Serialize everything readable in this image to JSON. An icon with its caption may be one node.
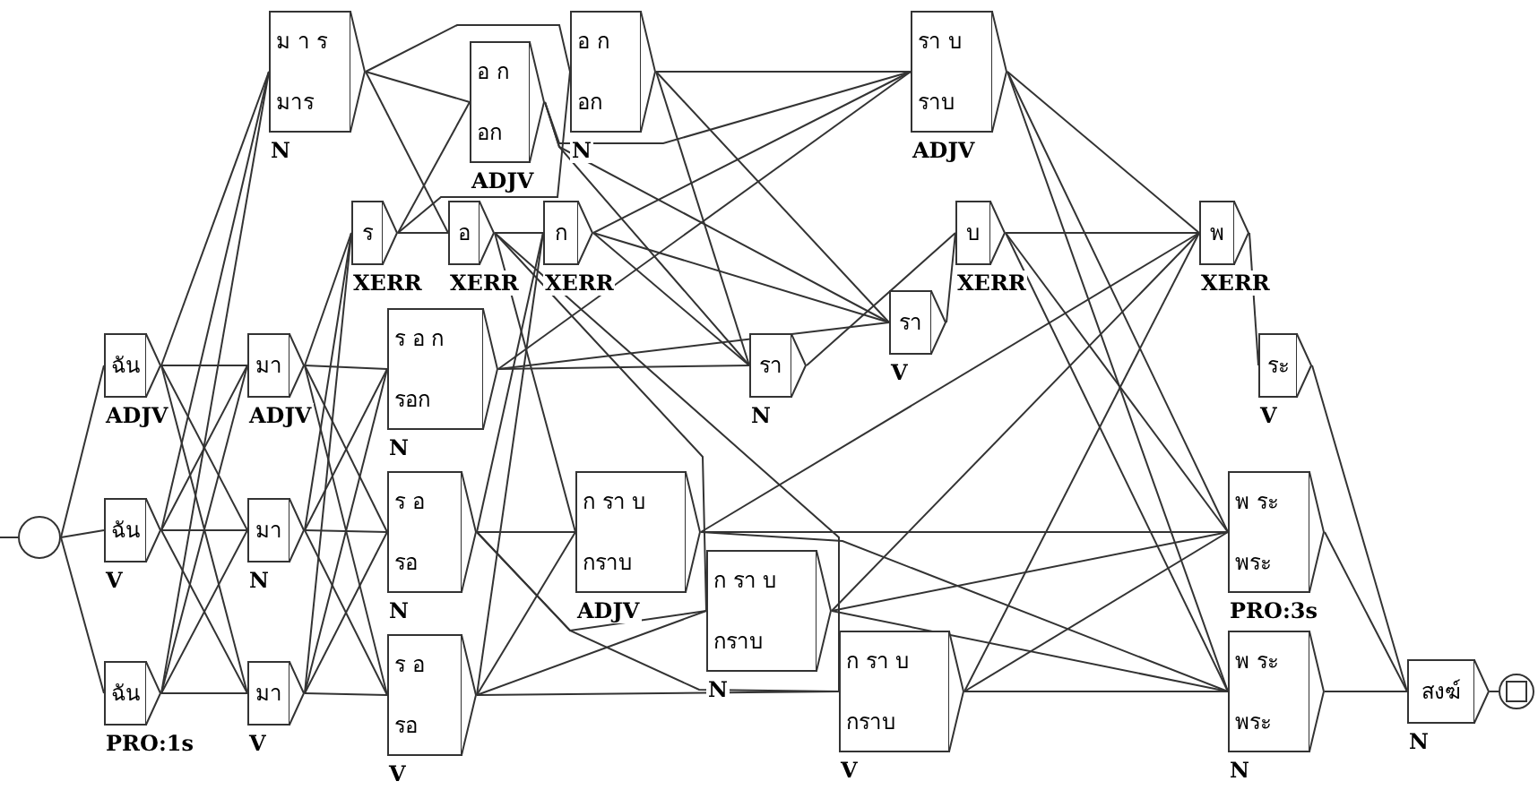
{
  "diagram": {
    "nodes": [
      {
        "text": [],
        "shape": "circle"
      },
      {
        "text": [
          "ฉัน"
        ],
        "beside": [
          "ADJV"
        ]
      },
      {
        "text": [
          "ฉัน"
        ],
        "beside": [
          "V"
        ]
      },
      {
        "text": [
          "ฉัน"
        ],
        "beside": [
          "PRO:1s"
        ]
      },
      {
        "text": [
          "มา"
        ],
        "beside": [
          "ADJV"
        ]
      },
      {
        "text": [
          "มา"
        ],
        "beside": [
          "N"
        ]
      },
      {
        "text": [
          "มา"
        ],
        "beside": [
          "V"
        ]
      },
      {
        "text": [
          "ม า ร",
          "มาร"
        ],
        "beside": [
          "N"
        ]
      },
      {
        "text": [
          "ร"
        ],
        "beside": [
          "XERR"
        ]
      },
      {
        "text": [
          "อ"
        ],
        "beside": [
          "XERR"
        ]
      },
      {
        "text": [
          "ร อ ก",
          "รอก"
        ],
        "beside": [
          "N"
        ]
      },
      {
        "text": [
          "ร อ",
          "รอ"
        ],
        "beside": [
          "N"
        ]
      },
      {
        "text": [
          "ร อ",
          "รอ"
        ],
        "beside": [
          "V"
        ]
      },
      {
        "text": [
          "อ ก",
          "อก"
        ],
        "beside": [
          "ADJV"
        ]
      },
      {
        "text": [
          "อ ก",
          "อก"
        ],
        "beside": [
          "N"
        ]
      },
      {
        "text": [
          "ก"
        ],
        "beside": [
          "XERR"
        ]
      },
      {
        "text": [
          "ก รา บ",
          "กราบ"
        ],
        "beside": [
          "ADJV"
        ]
      },
      {
        "text": [
          "ก รา บ",
          "กราบ"
        ],
        "beside": [
          "N"
        ]
      },
      {
        "text": [
          "ก รา บ",
          "กราบ"
        ],
        "beside": [
          "V"
        ]
      },
      {
        "text": [
          "รา"
        ],
        "beside": [
          "N"
        ]
      },
      {
        "text": [
          "รา"
        ],
        "beside": [
          "V"
        ]
      },
      {
        "text": [
          "รา บ",
          "ราบ"
        ],
        "beside": [
          "ADJV"
        ]
      },
      {
        "text": [
          "บ"
        ],
        "beside": [
          "XERR"
        ]
      },
      {
        "text": [
          "พ"
        ],
        "beside": [
          "XERR"
        ]
      },
      {
        "text": [
          "ระ"
        ],
        "beside": [
          "V"
        ]
      },
      {
        "text": [
          "พ ระ",
          "พระ"
        ],
        "beside": [
          "PRO:3s"
        ]
      },
      {
        "text": [
          "พ ระ",
          "พระ"
        ],
        "beside": [
          "N"
        ]
      },
      {
        "text": [
          "สงฆ์"
        ],
        "beside": [
          "N"
        ]
      },
      {
        "text": [],
        "shape": "circle"
      }
    ],
    "edges": [
      {
        "from": null,
        "to": 0,
        "arrow": "none"
      },
      {
        "from": 0,
        "to": 1,
        "arrow": "none"
      },
      {
        "from": 0,
        "to": 2,
        "arrow": "none"
      },
      {
        "from": 0,
        "to": 3,
        "arrow": "none"
      },
      {
        "from": 1,
        "to": 4,
        "arrow": "none"
      },
      {
        "from": 1,
        "to": 5,
        "arrow": "none"
      },
      {
        "from": 1,
        "to": 6,
        "arrow": "none"
      },
      {
        "from": 1,
        "to": 7,
        "arrow": "none"
      },
      {
        "from": 2,
        "to": 4,
        "arrow": "none"
      },
      {
        "from": 2,
        "to": 5,
        "arrow": "none"
      },
      {
        "from": 2,
        "to": 6,
        "arrow": "none"
      },
      {
        "from": 2,
        "to": 7,
        "arrow": "none"
      },
      {
        "from": 3,
        "to": 4,
        "arrow": "none"
      },
      {
        "from": 3,
        "to": 5,
        "arrow": "none"
      },
      {
        "from": 3,
        "to": 6,
        "arrow": "none"
      },
      {
        "from": 3,
        "to": 7,
        "arrow": "none"
      },
      {
        "from": 4,
        "to": 8,
        "arrow": "none"
      },
      {
        "from": 4,
        "to": 10,
        "arrow": "none"
      },
      {
        "from": 4,
        "to": 11,
        "arrow": "none"
      },
      {
        "from": 4,
        "to": 12,
        "arrow": "none"
      },
      {
        "from": 5,
        "to": 8,
        "arrow": "none"
      },
      {
        "from": 5,
        "to": 10,
        "arrow": "none"
      },
      {
        "from": 5,
        "to": 11,
        "arrow": "none"
      },
      {
        "from": 5,
        "to": 12,
        "arrow": "none"
      },
      {
        "from": 6,
        "to": 8,
        "arrow": "none"
      },
      {
        "from": 6,
        "to": 10,
        "arrow": "none"
      },
      {
        "from": 6,
        "to": 11,
        "arrow": "none"
      },
      {
        "from": 6,
        "to": 12,
        "arrow": "none"
      },
      {
        "from": 7,
        "to": 9,
        "arrow": "none"
      },
      {
        "from": 7,
        "to": 13,
        "arrow": "none"
      },
      {
        "from": 7,
        "to": 14,
        "arrow": "none"
      },
      {
        "from": 8,
        "to": 9,
        "arrow": "none"
      },
      {
        "from": 8,
        "to": 13,
        "arrow": "none"
      },
      {
        "from": 8,
        "to": 14,
        "arrow": "none"
      },
      {
        "from": 9,
        "to": 15,
        "arrow": "none"
      },
      {
        "from": 9,
        "to": 16,
        "arrow": "none"
      },
      {
        "from": 9,
        "to": 17,
        "arrow": "none"
      },
      {
        "from": 9,
        "to": 18,
        "arrow": "none"
      },
      {
        "from": 11,
        "to": 15,
        "arrow": "none"
      },
      {
        "from": 11,
        "to": 16,
        "arrow": "none"
      },
      {
        "from": 11,
        "to": 17,
        "arrow": "none"
      },
      {
        "from": 11,
        "to": 18,
        "arrow": "none"
      },
      {
        "from": 12,
        "to": 15,
        "arrow": "none"
      },
      {
        "from": 12,
        "to": 16,
        "arrow": "none"
      },
      {
        "from": 12,
        "to": 17,
        "arrow": "none"
      },
      {
        "from": 12,
        "to": 18,
        "arrow": "none"
      },
      {
        "from": 10,
        "to": 19,
        "arrow": "none"
      },
      {
        "from": 10,
        "to": 20,
        "arrow": "none"
      },
      {
        "from": 10,
        "to": 21,
        "arrow": "none"
      },
      {
        "from": 13,
        "to": 19,
        "arrow": "none"
      },
      {
        "from": 13,
        "to": 20,
        "arrow": "none"
      },
      {
        "from": 13,
        "to": 21,
        "arrow": "none"
      },
      {
        "from": 14,
        "to": 19,
        "arrow": "none"
      },
      {
        "from": 14,
        "to": 20,
        "arrow": "none"
      },
      {
        "from": 14,
        "to": 21,
        "arrow": "none"
      },
      {
        "from": 15,
        "to": 19,
        "arrow": "none"
      },
      {
        "from": 15,
        "to": 20,
        "arrow": "none"
      },
      {
        "from": 15,
        "to": 21,
        "arrow": "none"
      },
      {
        "from": 19,
        "to": 22,
        "arrow": "none"
      },
      {
        "from": 20,
        "to": 22,
        "arrow": "none"
      },
      {
        "from": 16,
        "to": 23,
        "arrow": "none"
      },
      {
        "from": 16,
        "to": 25,
        "arrow": "none"
      },
      {
        "from": 16,
        "to": 26,
        "arrow": "none"
      },
      {
        "from": 17,
        "to": 23,
        "arrow": "none"
      },
      {
        "from": 17,
        "to": 25,
        "arrow": "none"
      },
      {
        "from": 17,
        "to": 26,
        "arrow": "none"
      },
      {
        "from": 18,
        "to": 23,
        "arrow": "none"
      },
      {
        "from": 18,
        "to": 25,
        "arrow": "none"
      },
      {
        "from": 18,
        "to": 26,
        "arrow": "none"
      },
      {
        "from": 21,
        "to": 23,
        "arrow": "none"
      },
      {
        "from": 21,
        "to": 25,
        "arrow": "none"
      },
      {
        "from": 21,
        "to": 26,
        "arrow": "none"
      },
      {
        "from": 22,
        "to": 23,
        "arrow": "none"
      },
      {
        "from": 22,
        "to": 25,
        "arrow": "none"
      },
      {
        "from": 22,
        "to": 26,
        "arrow": "none"
      },
      {
        "from": 23,
        "to": 24,
        "arrow": "none"
      },
      {
        "from": 24,
        "to": 27,
        "arrow": "none"
      },
      {
        "from": 25,
        "to": 27,
        "arrow": "none"
      },
      {
        "from": 26,
        "to": 27,
        "arrow": "none"
      },
      {
        "from": 27,
        "to": 28,
        "arrow": "none"
      }
    ]
  }
}
